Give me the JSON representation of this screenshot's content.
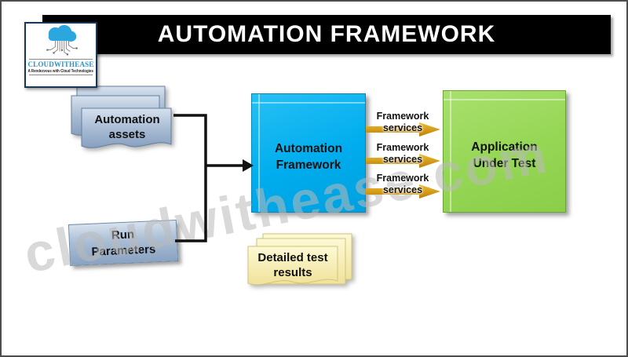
{
  "header": {
    "title": "AUTOMATION FRAMEWORK"
  },
  "logo": {
    "name": "CLOUDWITHEASE",
    "tagline": "A Rendezvous with Cloud Technologies"
  },
  "diagram": {
    "nodes": {
      "automation_assets": {
        "label": "Automation assets"
      },
      "run_parameters": {
        "label": "Run Parameters"
      },
      "automation_framework": {
        "label": "Automation Framework"
      },
      "application_under_test": {
        "label": "Application Under Test"
      },
      "detailed_test_results": {
        "label": "Detailed test results"
      }
    },
    "service_arrows": [
      {
        "label": "Framework services"
      },
      {
        "label": "Framework services"
      },
      {
        "label": "Framework services"
      }
    ],
    "watermark": "cloudwithease.com",
    "colors": {
      "header_bar": "#000000",
      "framework_box": "#00B0F0",
      "application_box": "#92D050",
      "service_arrow_gold": "#D79A14",
      "asset_shape_steel": "#9FB6CE",
      "note_shape_yellow": "#F8F0BC",
      "logo_accent_blue": "#2AA7DE",
      "connector_black": "#111111"
    }
  }
}
